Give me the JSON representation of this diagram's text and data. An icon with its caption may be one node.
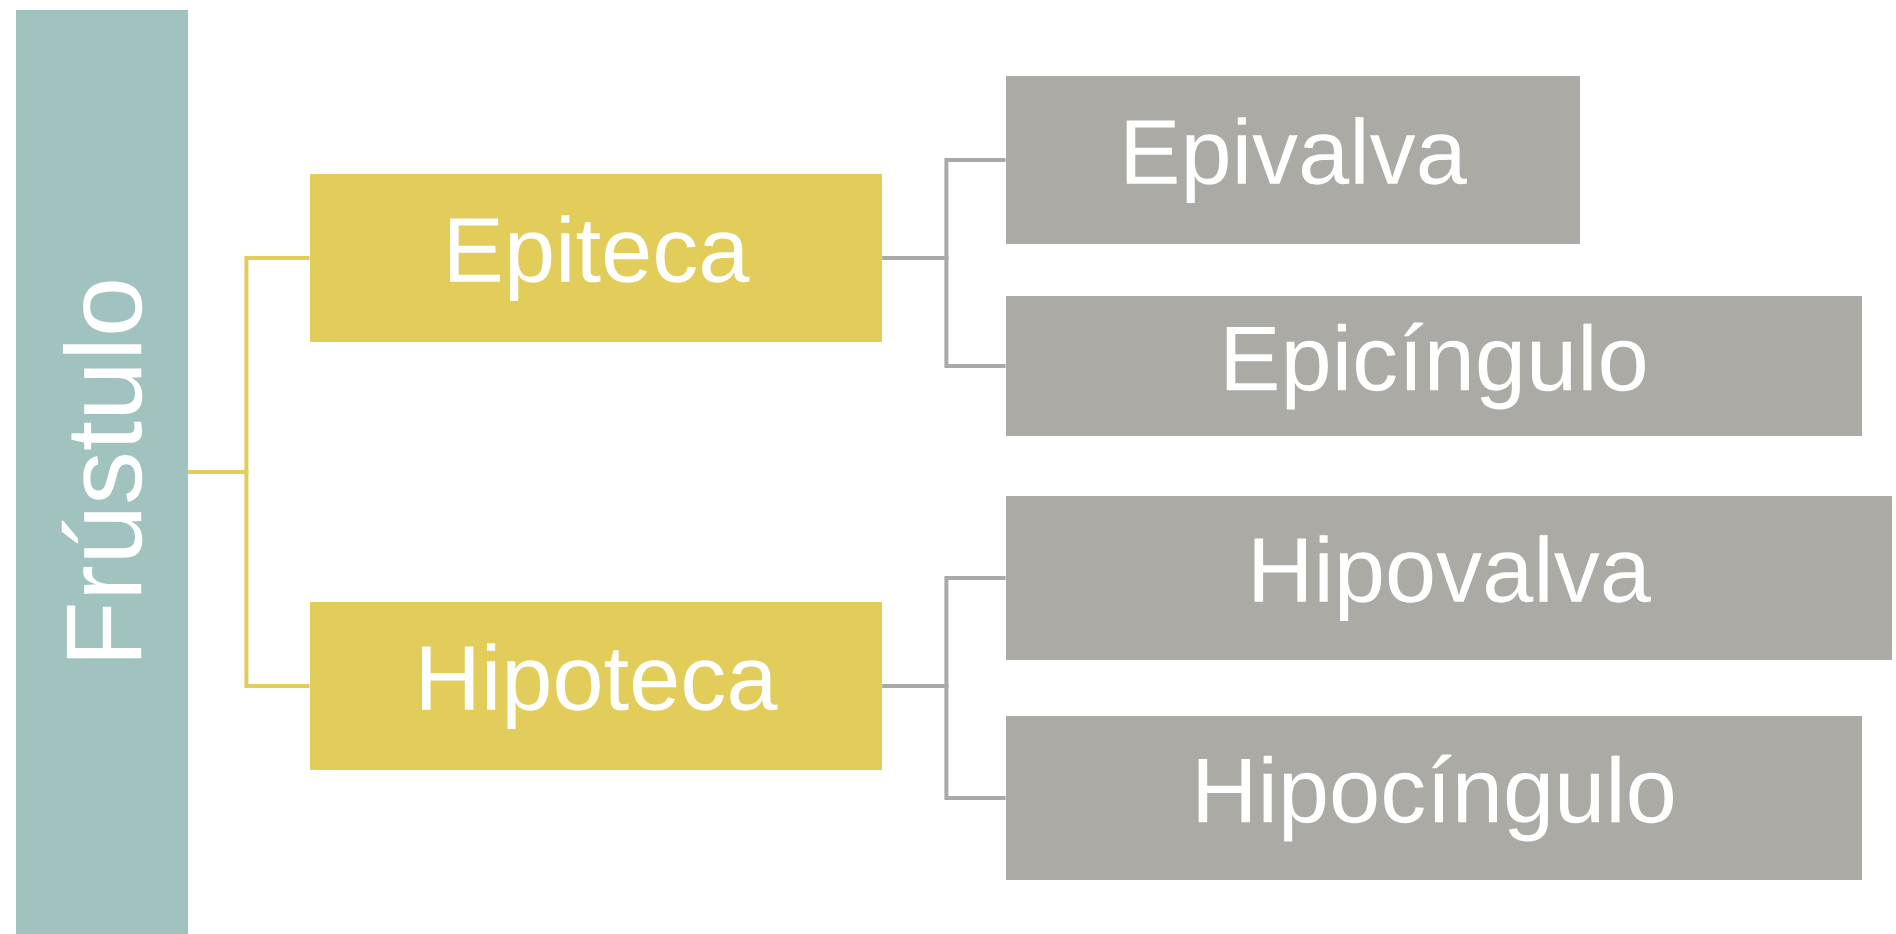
{
  "diagram": {
    "nodes": [
      {
        "text": [
          "Frústulo"
        ]
      },
      {
        "text": [
          "Epiteca"
        ]
      },
      {
        "text": [
          "Hipoteca"
        ]
      },
      {
        "text": [
          "Epivalva"
        ]
      },
      {
        "text": [
          "Epicíngulo"
        ]
      },
      {
        "text": [
          "Hipovalva"
        ]
      },
      {
        "text": [
          "Hipocíngulo"
        ]
      }
    ],
    "edges": [
      {
        "from": 0,
        "to": 1,
        "arrow": "none",
        "color": "#e2cd5a"
      },
      {
        "from": 0,
        "to": 2,
        "arrow": "none",
        "color": "#e2cd5a"
      },
      {
        "from": 1,
        "to": 3,
        "arrow": "none"
      },
      {
        "from": 1,
        "to": 4,
        "arrow": "none"
      },
      {
        "from": 2,
        "to": 5,
        "arrow": "none"
      },
      {
        "from": 2,
        "to": 6,
        "arrow": "none"
      }
    ]
  }
}
